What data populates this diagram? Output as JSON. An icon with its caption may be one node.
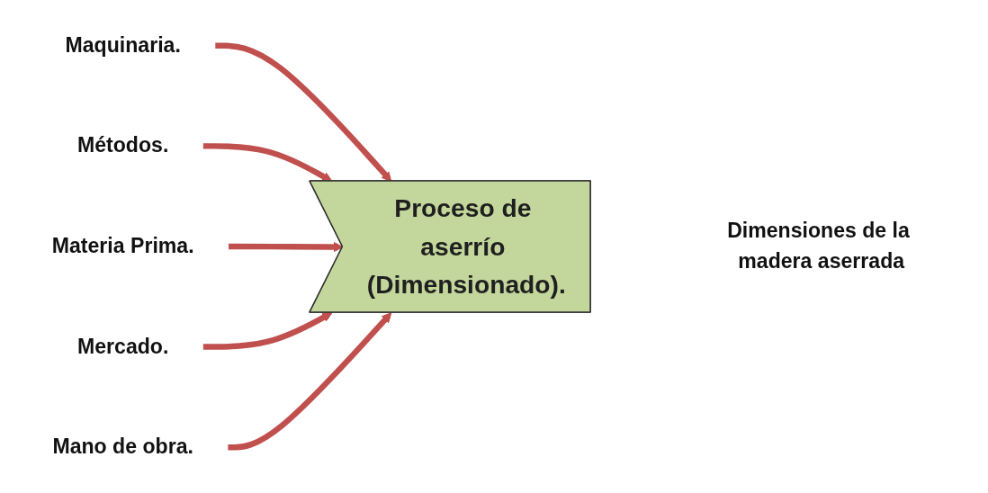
{
  "diagram": {
    "nodes": [
      {
        "text": [
          "Proceso de aserrío (Dimensionado)."
        ]
      },
      {
        "text": [
          "Maquinaria."
        ]
      },
      {
        "text": [
          "Métodos."
        ]
      },
      {
        "text": [
          "Materia Prima."
        ]
      },
      {
        "text": [
          "Mercado."
        ]
      },
      {
        "text": [
          "Mano de obra."
        ]
      },
      {
        "text": [
          "Dimensiones de la madera aserrada"
        ]
      }
    ],
    "edges": [
      {
        "from": 1,
        "to": 0,
        "arrow": "to"
      },
      {
        "from": 2,
        "to": 0,
        "arrow": "to"
      },
      {
        "from": 3,
        "to": 0,
        "arrow": "to"
      },
      {
        "from": 4,
        "to": 0,
        "arrow": "to"
      },
      {
        "from": 5,
        "to": 0,
        "arrow": "to"
      }
    ]
  }
}
